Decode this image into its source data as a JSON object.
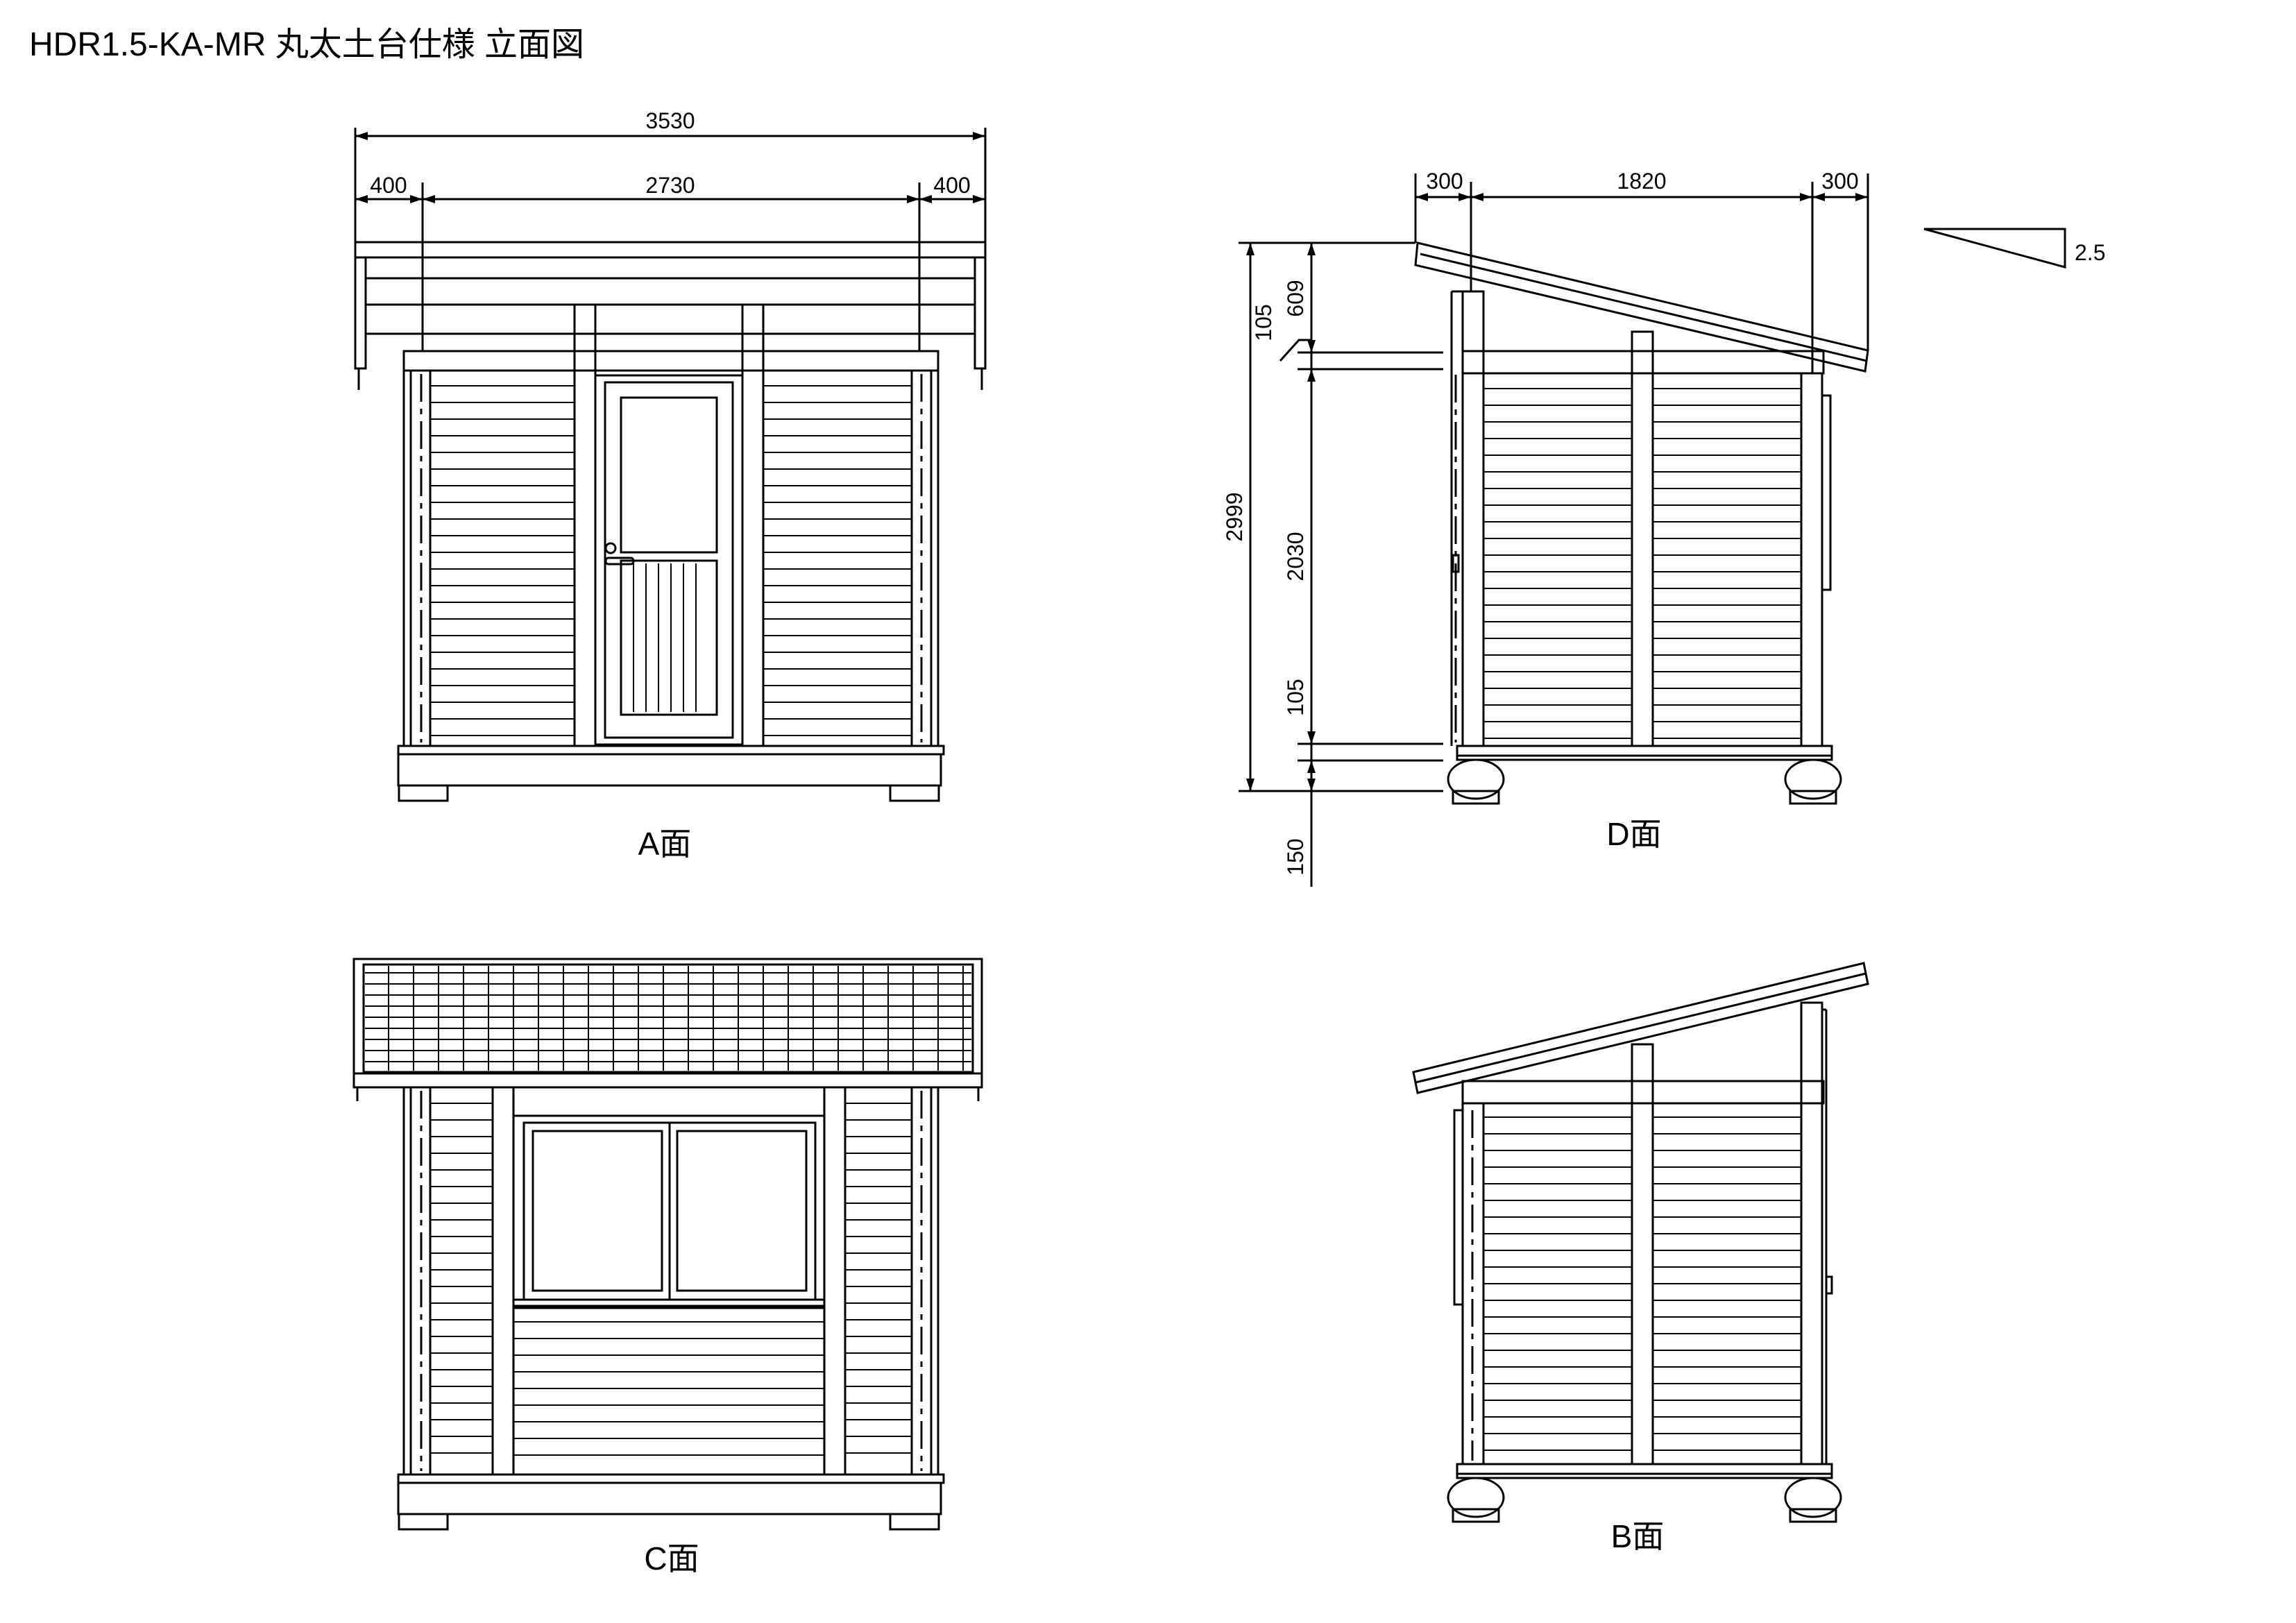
{
  "title": "HDR1.5-KA-MR  丸太土台仕様   立面図",
  "views": {
    "A": {
      "label": "A面"
    },
    "B": {
      "label": "B面"
    },
    "C": {
      "label": "C面"
    },
    "D": {
      "label": "D面"
    }
  },
  "dimensions": {
    "a_overall": "3530",
    "a_left_eave": "400",
    "a_center": "2730",
    "a_right_eave": "400",
    "d_left_eave": "300",
    "d_center": "1820",
    "d_right_eave": "300",
    "d_total_height": "2999",
    "d_top_609": "609",
    "d_top_105": "105",
    "d_wall_2030": "2030",
    "d_bottom_105": "105",
    "d_base_150": "150"
  },
  "slope": "2.5"
}
